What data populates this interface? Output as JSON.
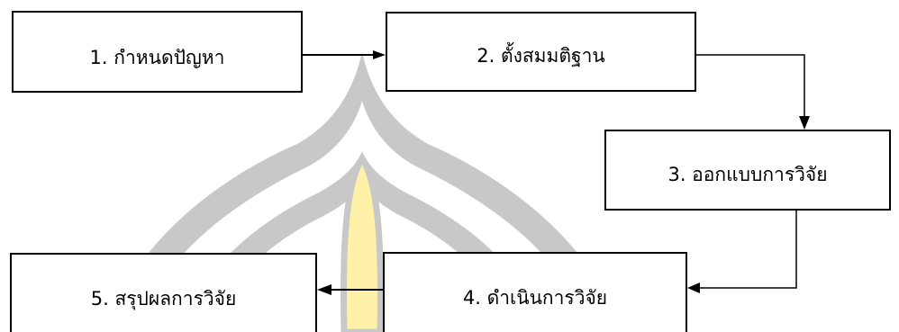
{
  "diagram": {
    "steps": [
      {
        "id": "1",
        "label": "1. กำหนดปัญหา"
      },
      {
        "id": "2",
        "label": "2. ตั้งสมมติฐาน"
      },
      {
        "id": "3",
        "label": "3. ออกแบบการวิจัย"
      },
      {
        "id": "4",
        "label": "4. ดำเนินการวิจัย"
      },
      {
        "id": "5",
        "label": "5. สรุปผลการวิจัย"
      }
    ],
    "flow": [
      {
        "from": "1",
        "to": "2"
      },
      {
        "from": "2",
        "to": "3"
      },
      {
        "from": "3",
        "to": "4"
      },
      {
        "from": "4",
        "to": "5"
      }
    ]
  },
  "colors": {
    "box_border": "#000000",
    "arrow": "#000000",
    "watermark_gray": "#c8c8c8",
    "watermark_yellow": "#fff2a8"
  }
}
